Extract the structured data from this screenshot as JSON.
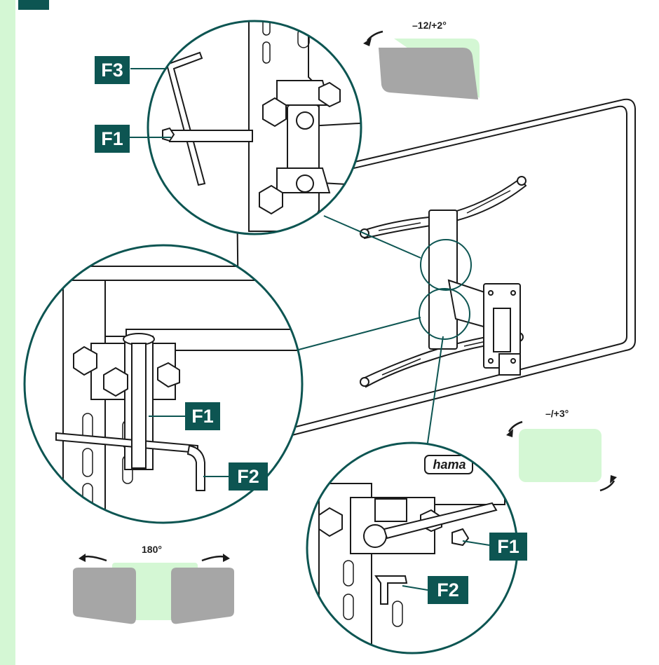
{
  "callouts": {
    "f3_top": "F3",
    "f1_top": "F1",
    "f1_left": "F1",
    "f2_left": "F2",
    "f1_right": "F1",
    "f2_right": "F2"
  },
  "angles": {
    "tilt": "–12/+2°",
    "rotate": "–/+3°",
    "swivel": "180°"
  },
  "logo": {
    "text": "hama"
  },
  "colors": {
    "callout_bg": "#0d5552",
    "callout_text": "#ffffff",
    "accent_light": "#d4f7d4",
    "panel_gray": "#a6a6a6",
    "line": "#1a1a1a",
    "leader": "#0d5552"
  }
}
